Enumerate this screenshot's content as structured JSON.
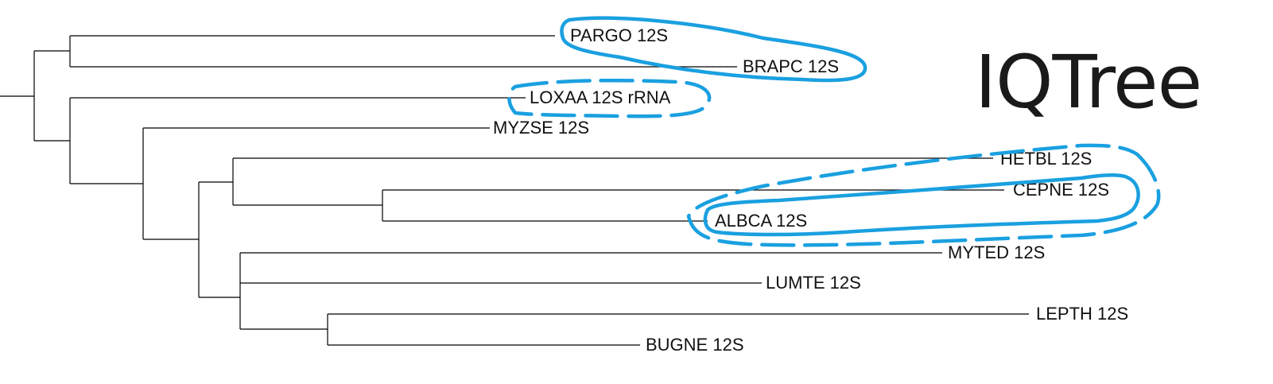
{
  "title": "IQTree",
  "leaves": {
    "pargo": "PARGO 12S",
    "brapc": "BRAPC 12S",
    "loxaa": "LOXAA 12S rRNA",
    "myzse": "MYZSE 12S",
    "hetbl": "HETBL 12S",
    "cepne": "CEPNE 12S",
    "albca": "ALBCA 12S",
    "myted": "MYTED 12S",
    "lumte": "LUMTE 12S",
    "lepth": "LEPTH 12S",
    "bugne": "BUGNE 12S"
  },
  "annotation_color": "#1aa0e0"
}
